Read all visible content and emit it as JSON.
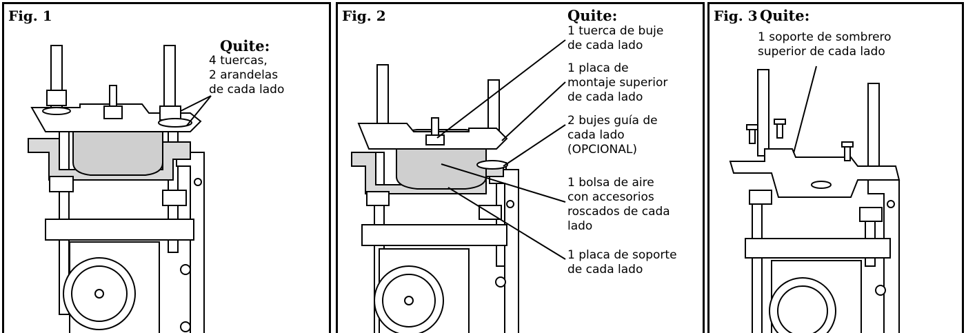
{
  "figures": [
    {
      "label": "Fig. 1",
      "heading": "Quite:",
      "callouts": [
        {
          "lines": [
            "4 tuercas,",
            "2 arandelas",
            "de cada lado"
          ]
        }
      ]
    },
    {
      "label": "Fig. 2",
      "heading": "Quite:",
      "callouts": [
        {
          "lines": [
            "1 tuerca de buje",
            "de cada lado"
          ]
        },
        {
          "lines": [
            "1 placa de",
            "montaje superior",
            "de cada lado"
          ]
        },
        {
          "lines": [
            "2 bujes guía de",
            "cada lado",
            "(OPCIONAL)"
          ]
        },
        {
          "lines": [
            "1 bolsa de aire",
            "con accesorios",
            "roscados de cada",
            "lado"
          ]
        },
        {
          "lines": [
            "1 placa de soporte",
            "de cada lado"
          ]
        }
      ]
    },
    {
      "label": "Fig. 3",
      "heading": "Quite:",
      "callouts": [
        {
          "lines": [
            "1 soporte de sombrero",
            "superior de cada lado"
          ]
        }
      ]
    }
  ],
  "colors": {
    "line": "#000000",
    "fill": "#ffffff",
    "shade": "#d9d9d9",
    "bag": "#cfcfcf"
  }
}
